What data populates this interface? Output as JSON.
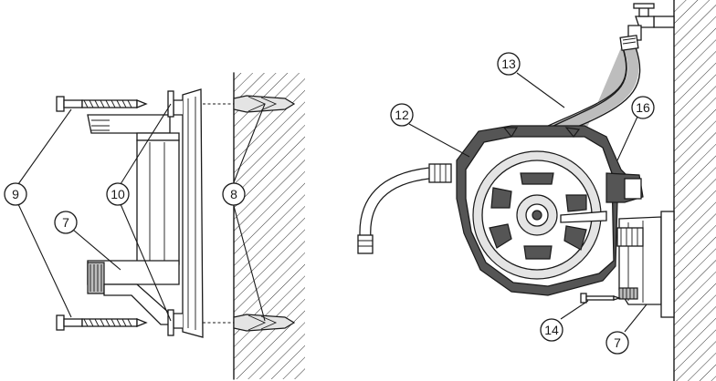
{
  "callouts": {
    "c9": "9",
    "c10": "10",
    "c8": "8",
    "c7_left": "7",
    "c13": "13",
    "c12": "12",
    "c16": "16",
    "c14": "14",
    "c7_right": "7"
  }
}
